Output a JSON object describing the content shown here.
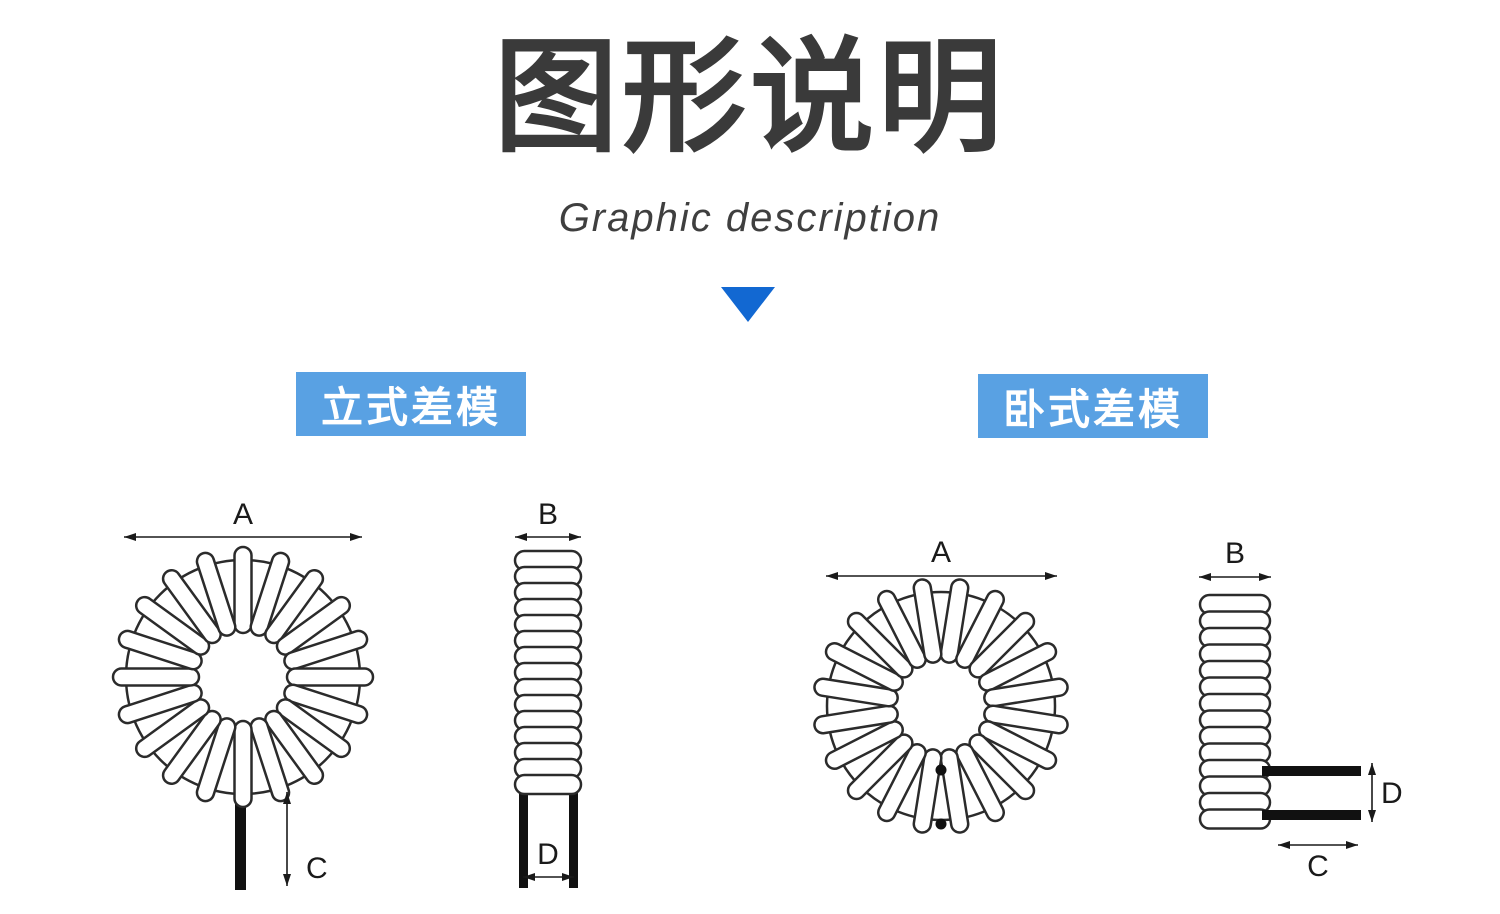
{
  "header": {
    "title": "图形说明",
    "subtitle": "Graphic description"
  },
  "sections": {
    "vertical": {
      "label": "立式差模"
    },
    "horizontal": {
      "label": "卧式差模"
    }
  },
  "dimensions": {
    "a": "A",
    "b": "B",
    "c": "C",
    "d": "D"
  },
  "colors": {
    "accent_blue": "#1268d2",
    "label_background": "#59a1e3",
    "label_text": "#ffffff",
    "title_text": "#3a3a3a",
    "drawing_stroke": "#2b2b2b"
  }
}
